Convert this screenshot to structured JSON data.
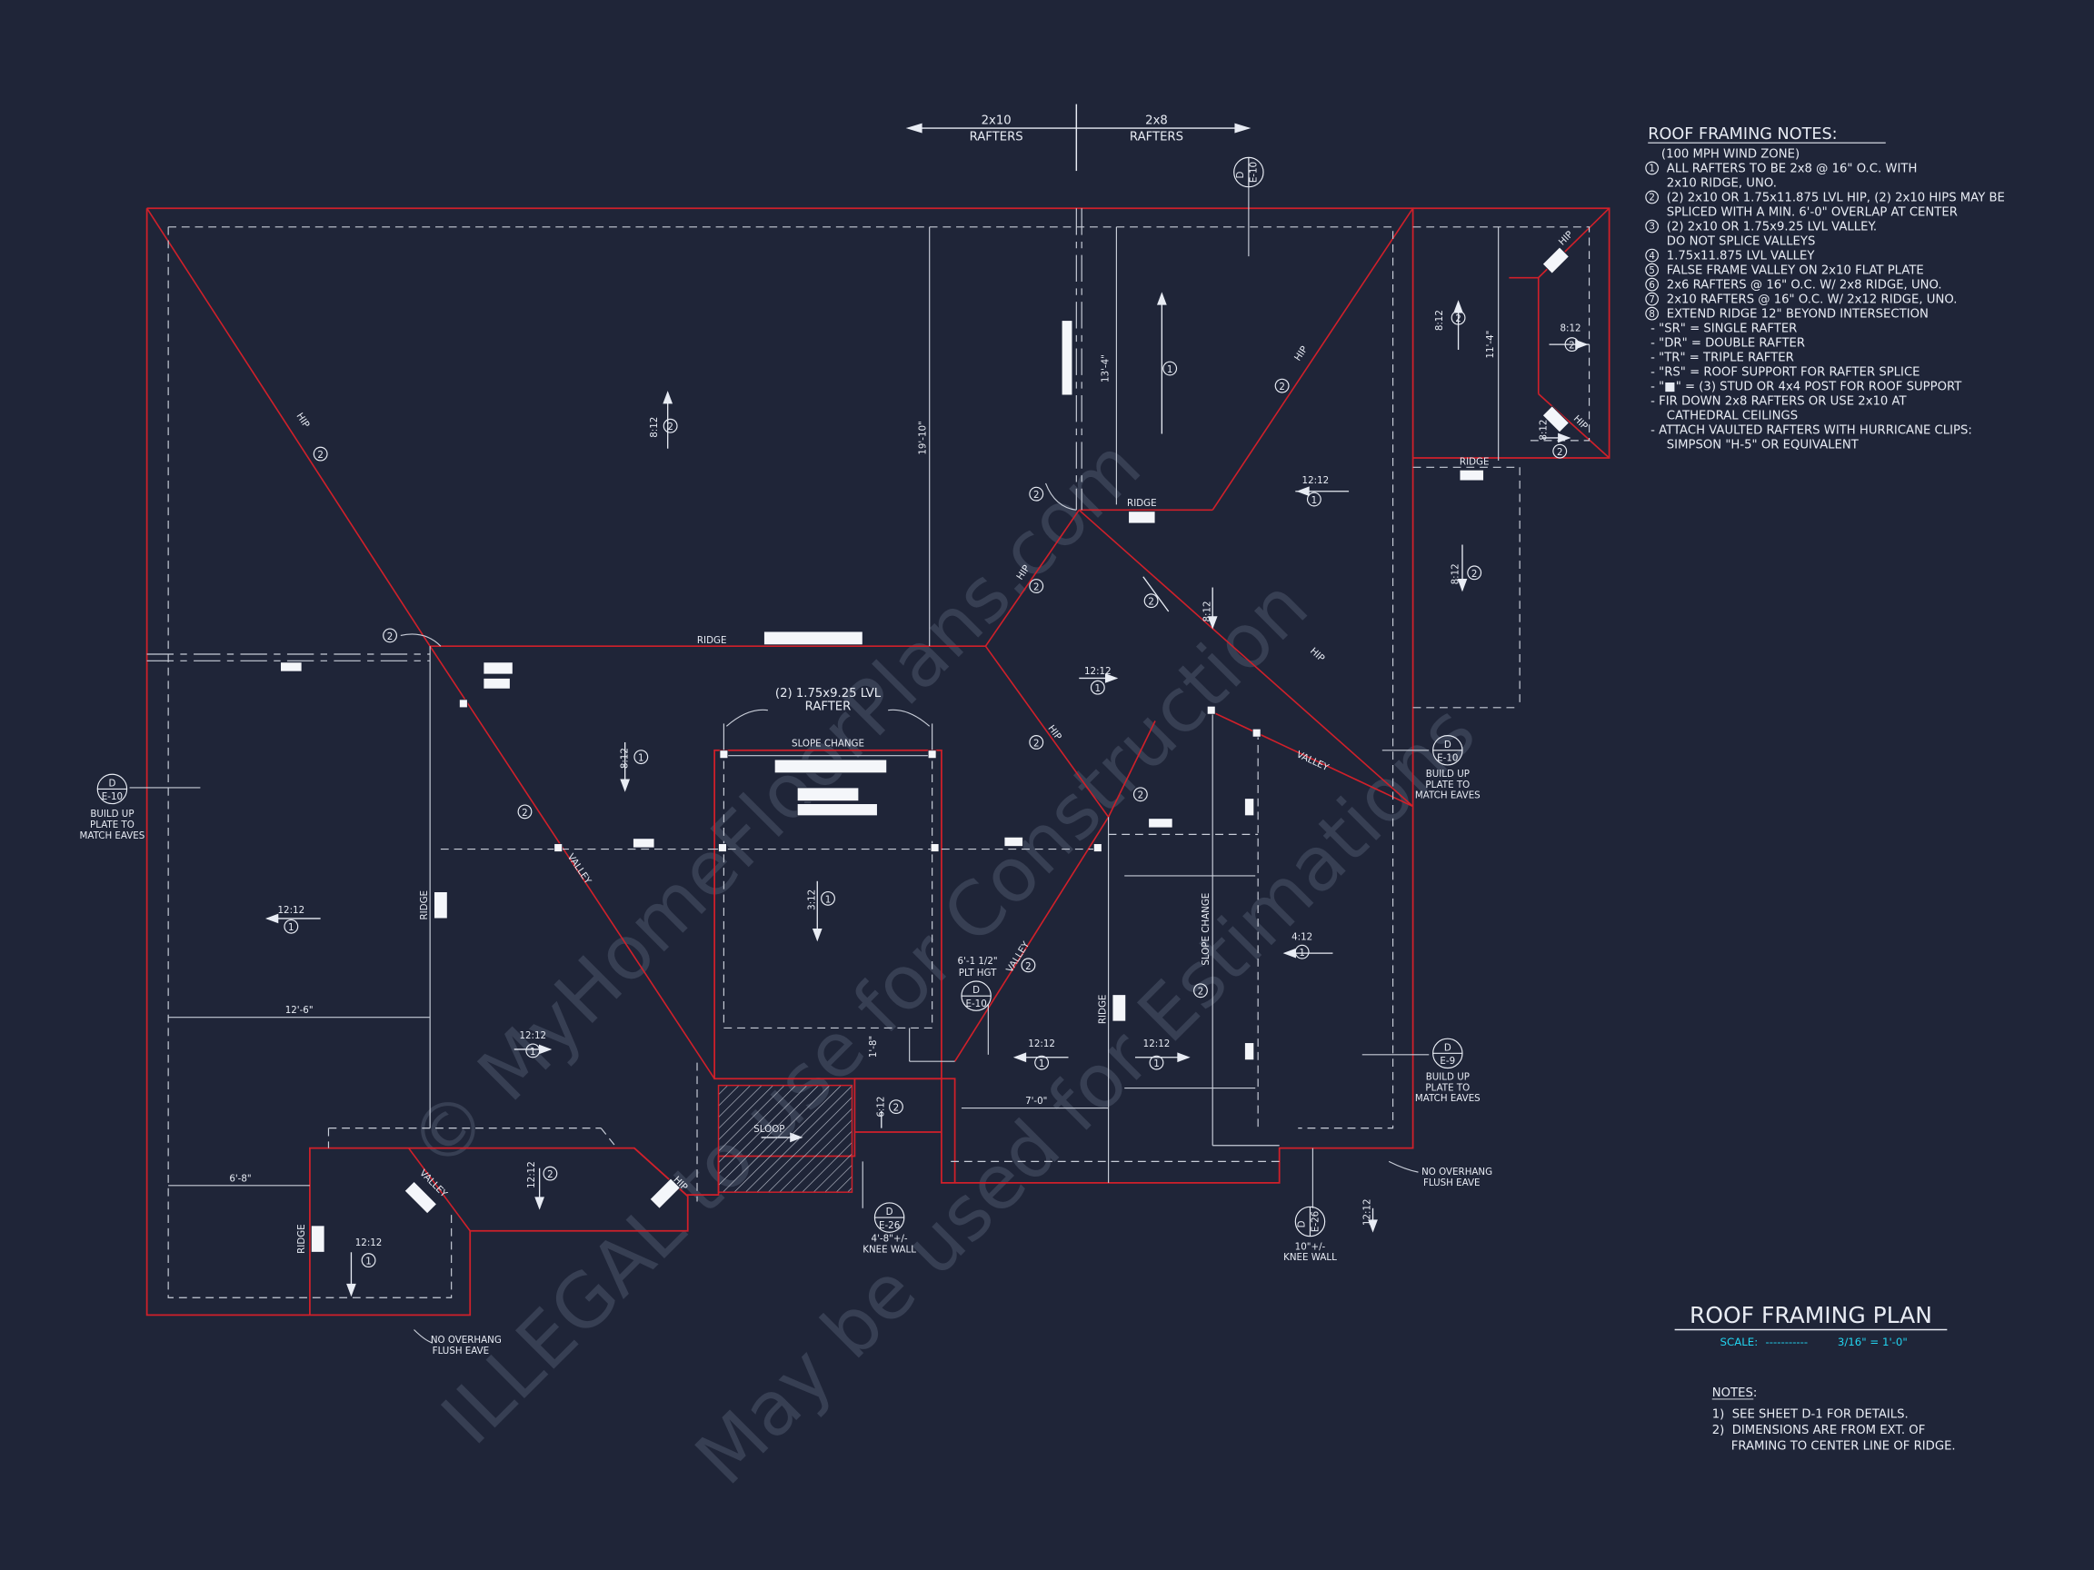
{
  "colors": {
    "background": "#1f2538",
    "roof_line": "#d0202a",
    "text": "#e8ecf4",
    "accent": "#22d3ee",
    "watermark": "#3a4256"
  },
  "top_labels": [
    {
      "size": "2x10",
      "kind": "RAFTERS"
    },
    {
      "size": "2x8",
      "kind": "RAFTERS"
    }
  ],
  "notes_panel": {
    "title": "ROOF FRAMING NOTES:",
    "lines": [
      "(100 MPH WIND ZONE)",
      "ALL RAFTERS TO BE 2x8 @ 16\" O.C. WITH",
      "2x10 RIDGE, UNO.",
      "(2) 2x10 OR 1.75x11.875 LVL HIP, (2) 2x10 HIPS MAY BE",
      "SPLICED WITH A MIN. 6'-0\" OVERLAP AT CENTER",
      "(2) 2x10 OR 1.75x9.25 LVL VALLEY.",
      "DO NOT SPLICE VALLEYS",
      "1.75x11.875 LVL VALLEY",
      "FALSE FRAME VALLEY ON 2x10 FLAT PLATE",
      "2x6 RAFTERS @ 16\" O.C. W/ 2x8 RIDGE, UNO.",
      "2x10 RAFTERS @ 16\" O.C. W/ 2x12 RIDGE, UNO.",
      "EXTEND RIDGE 12\" BEYOND INTERSECTION",
      "- \"SR\" = SINGLE RAFTER",
      "- \"DR\" = DOUBLE RAFTER",
      "- \"TR\" = TRIPLE RAFTER",
      "- \"RS\" = ROOF SUPPORT FOR RAFTER SPLICE",
      "- \"■\" = (3) STUD OR 4x4 POST FOR ROOF SUPPORT",
      "- FIR DOWN 2x8 RAFTERS OR USE 2x10 AT",
      "CATHEDRAL CEILINGS",
      "- ATTACH VAULTED RAFTERS WITH HURRICANE CLIPS:",
      "SIMPSON \"H-5\" OR EQUIVALENT"
    ],
    "markers": [
      "1",
      "",
      "2",
      "",
      "3",
      "",
      "4",
      "5",
      "6",
      "7",
      "8"
    ]
  },
  "plan_labels": {
    "ridge": "RIDGE",
    "hip": "HIP",
    "valley": "VALLEY",
    "slope_change": "SLOPE CHANGE",
    "lvl_rafter_1": "(2) 1.75x9.25 LVL",
    "lvl_rafter_2": "RAFTER",
    "dim_19": "19'-10\"",
    "dim_13": "13'-4\"",
    "dim_11": "11'-4\"",
    "dim_12": "12'-6\"",
    "dim_6": "6'-8\"",
    "dim_7": "7'-0\"",
    "dim_1": "1'-8\"",
    "plt_hgt_1": "6'-1 1/2\"",
    "plt_hgt_2": "PLT HGT",
    "sloop": "SLOOP",
    "knee_wall_48": "4'-8\"+/-",
    "knee_wall_10": "10\"+/-",
    "knee_wall": "KNEE WALL",
    "build_up_1": "BUILD UP",
    "build_up_2": "PLATE TO",
    "build_up_3": "MATCH EAVES",
    "no_overhang_1": "NO OVERHANG",
    "no_overhang_2": "FLUSH EAVE"
  },
  "slopes": {
    "s812": "8:12",
    "s1212": "12:12",
    "s312": "3:12",
    "s412": "4:12",
    "s612": "6:12"
  },
  "detail_refs": {
    "d": "D",
    "e10": "E-10",
    "e9": "E-9",
    "e26": "E-26"
  },
  "circle_numbers": {
    "one": "1",
    "two": "2"
  },
  "title_block": {
    "title": "ROOF FRAMING PLAN",
    "scale_label": "SCALE:",
    "scale_dashes": "-----------",
    "scale_value": "3/16\" = 1'-0\""
  },
  "notes_bottom": {
    "heading": "NOTES:",
    "lines": [
      "1)  SEE SHEET D-1 FOR DETAILS.",
      "2)  DIMENSIONS ARE FROM EXT. OF",
      "     FRAMING TO CENTER LINE OF RIDGE."
    ]
  },
  "watermark": {
    "line1": "© MyHomeFloorPlans.com",
    "line2": "ILLEGAL to use for Construction",
    "line3": "May be used for Estimations"
  }
}
